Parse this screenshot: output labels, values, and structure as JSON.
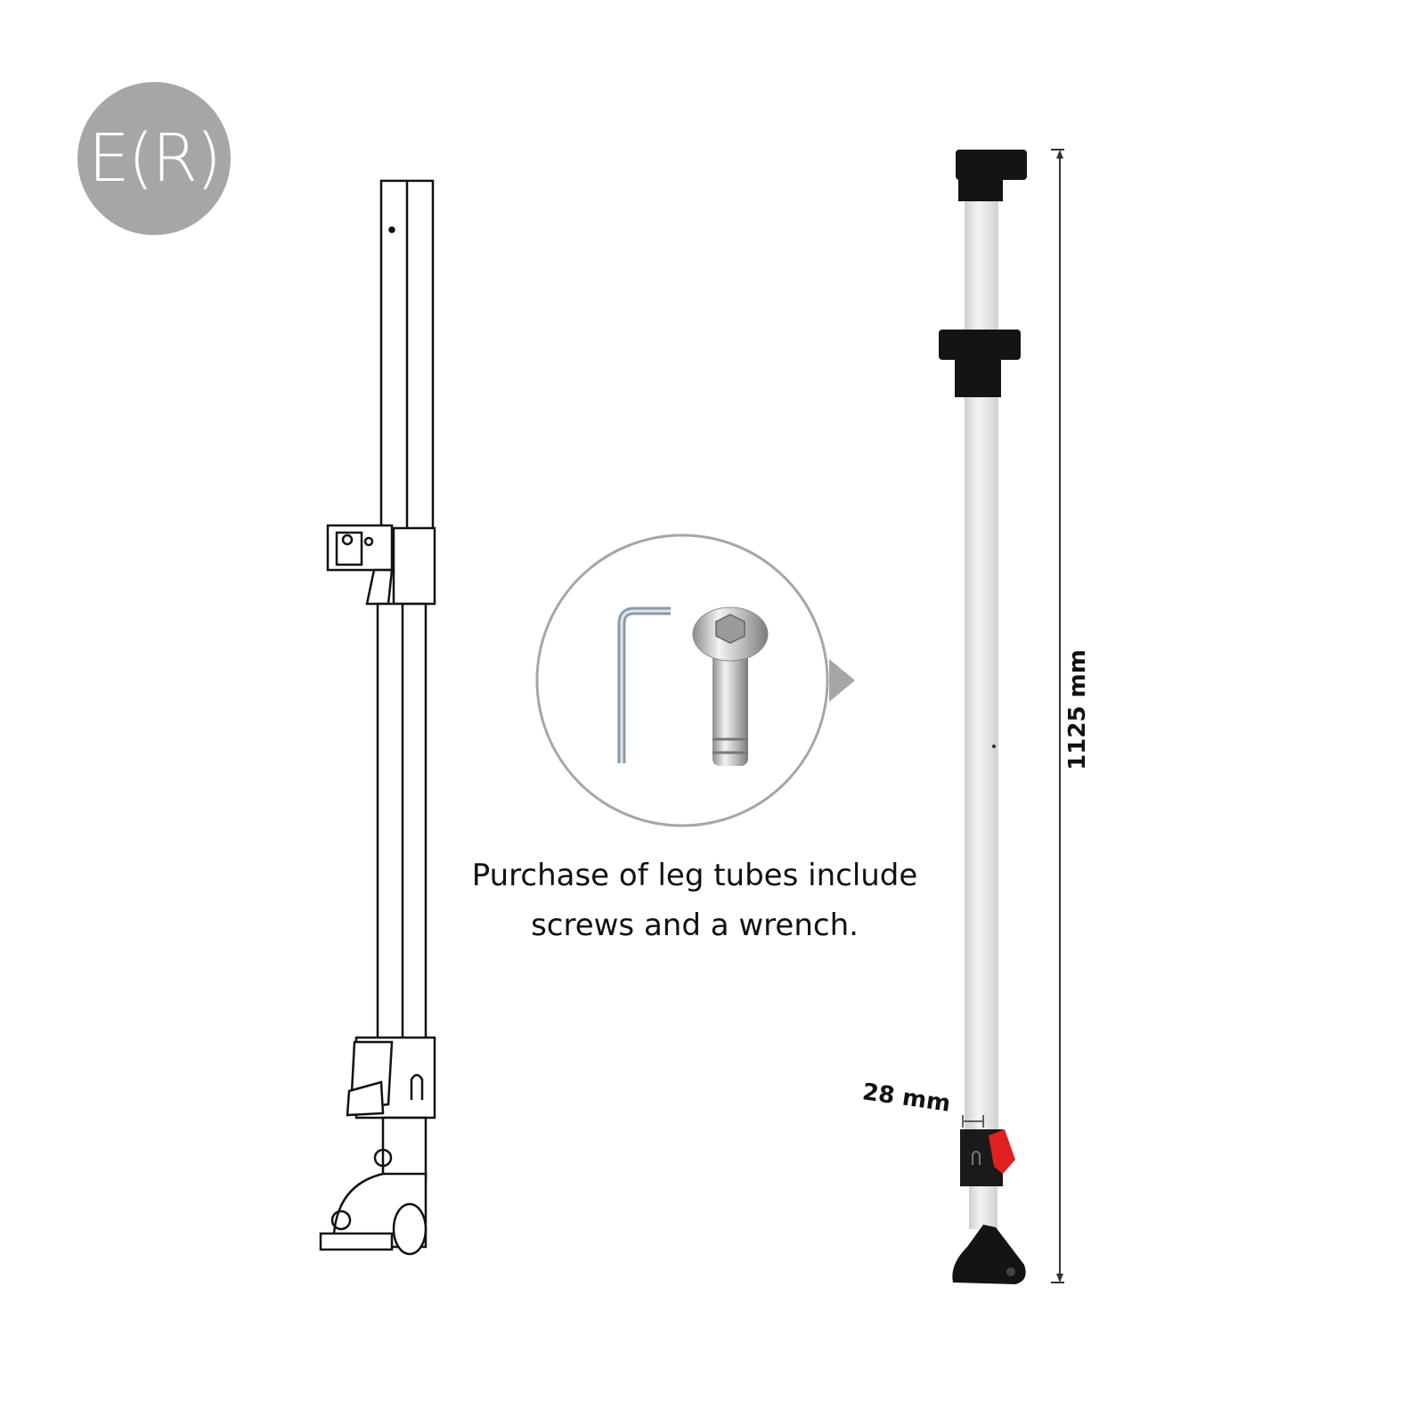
{
  "badge": {
    "label": "E(R)",
    "color": "#a6a6a6"
  },
  "caption": {
    "line1": "Purchase of leg tubes include",
    "line2": "screws and a wrench."
  },
  "dimensions": {
    "height": "1125 mm",
    "width": "28 mm"
  },
  "accessories": {
    "items": [
      "hex-wrench",
      "screw"
    ],
    "callout_color": "#a6a6a6"
  },
  "colors": {
    "tube": "#e8e8e8",
    "connector": "#111111",
    "lever": "#e02020",
    "outline": "#111111"
  }
}
